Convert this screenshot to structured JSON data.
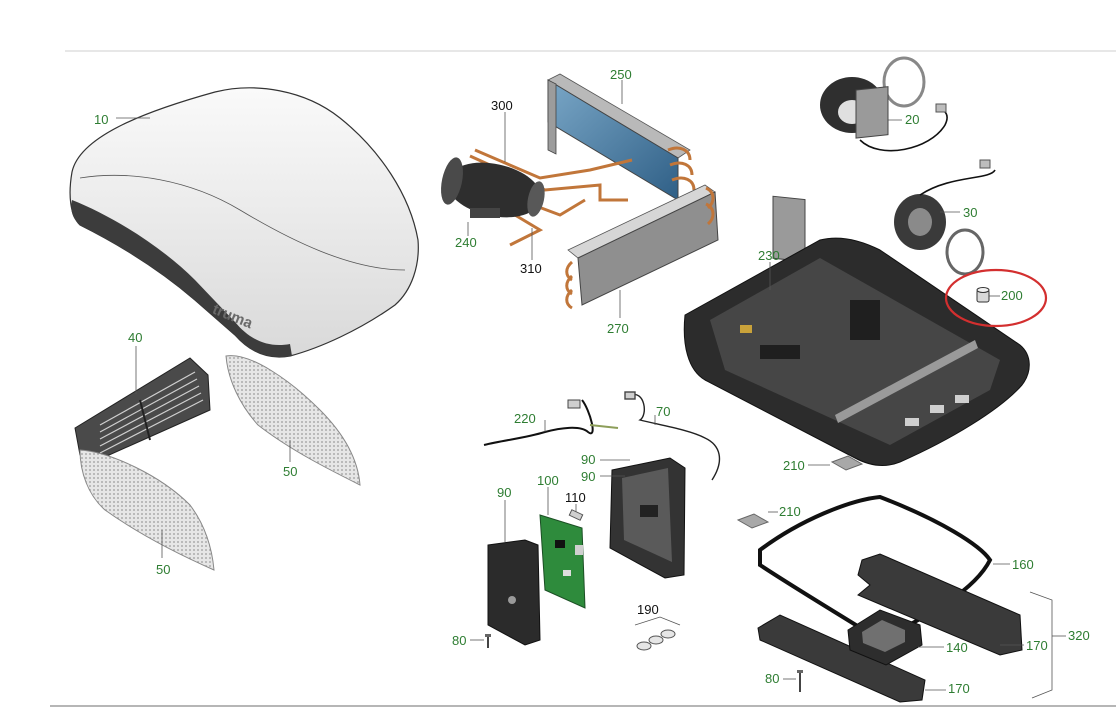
{
  "diagram": {
    "highlight_color": "#d32f2f",
    "label_color": "#2e7d32",
    "highlighted_part": "200",
    "brand_mark": "truma",
    "labels": {
      "p10": "10",
      "p40": "40",
      "p50a": "50",
      "p50b": "50",
      "p300": "300",
      "p250": "250",
      "p240": "240",
      "p310": "310",
      "p270": "270",
      "p20": "20",
      "p30": "30",
      "p230": "230",
      "p200": "200",
      "p220": "220",
      "p70": "70",
      "p90a": "90",
      "p90b": "90",
      "p90c": "90",
      "p100": "100",
      "p110": "110",
      "p80a": "80",
      "p190": "190",
      "p210a": "210",
      "p210b": "210",
      "p160": "160",
      "p320": "320",
      "p170a": "170",
      "p170b": "170",
      "p140": "140",
      "p80b": "80"
    }
  }
}
